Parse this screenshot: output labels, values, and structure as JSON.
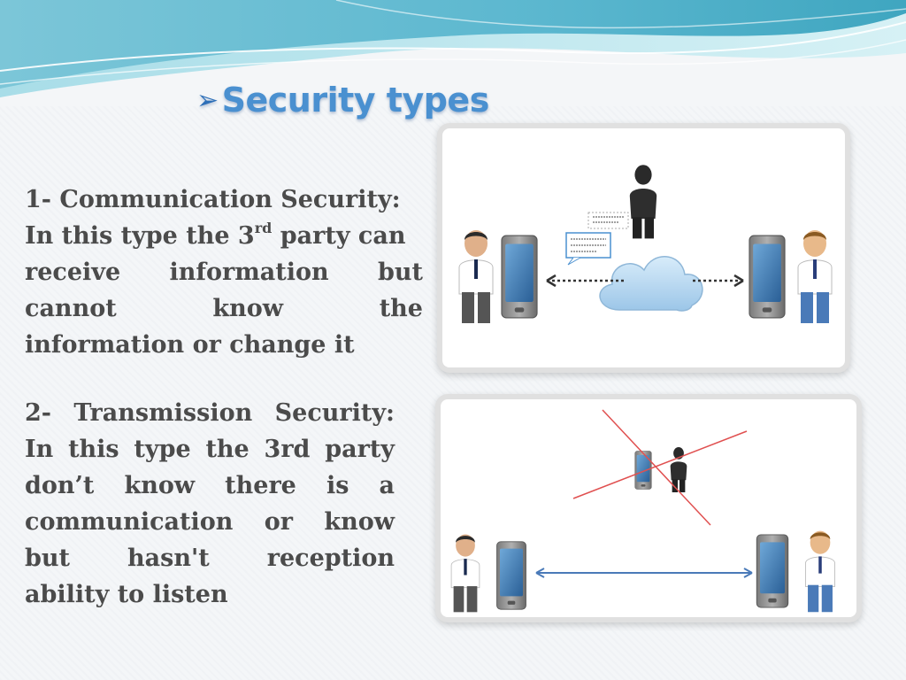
{
  "slide": {
    "title": "Security types",
    "title_bullet_icon": "arrowhead-bullet"
  },
  "block1": {
    "heading": "1- Communication Security:",
    "line2_pre": "In this type the 3",
    "line2_sup": "rd",
    "line2_post": " party can",
    "line3": "receive information but",
    "line4": "cannot know the",
    "line5": "information or change  it"
  },
  "block2": {
    "heading": "2- Transmission  Security:",
    "line2": "In this type the 3rd party",
    "line3": "don’t know there is a",
    "line4": "communication or know",
    "line5": "but hasn't reception",
    "line6": "ability to listen"
  },
  "illustrations": {
    "panel1_icons": [
      "person-left",
      "phone-left",
      "eavesdropper-person",
      "speech-bubbles",
      "cloud",
      "phone-right",
      "person-right",
      "dotted-double-arrow"
    ],
    "panel2_icons": [
      "person-left",
      "phone-left",
      "crossed-out-eavesdropper",
      "phone-right",
      "person-right",
      "solid-double-arrow"
    ]
  },
  "colors": {
    "title": "#4a90d0",
    "text": "#4b4b4b",
    "wave_light": "#bfe7ee",
    "wave_dark": "#4aaec6",
    "cross": "#e05050",
    "arrow": "#4a7ab8"
  }
}
